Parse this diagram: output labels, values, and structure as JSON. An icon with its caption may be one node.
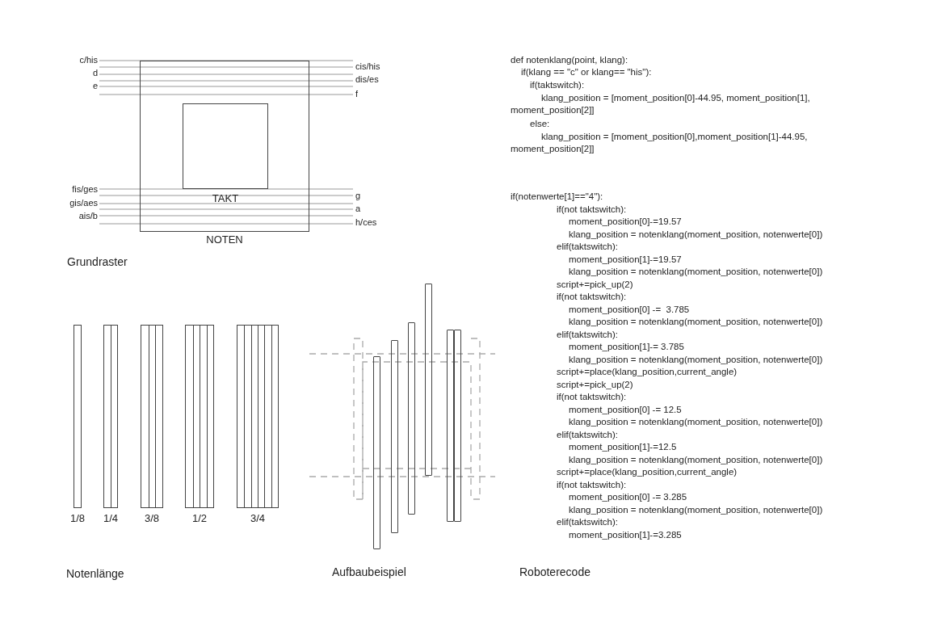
{
  "diagram": {
    "nodes": [
      {
        "text": [
          "NOTEN"
        ]
      },
      {
        "text": [
          "TAKT"
        ],
        "in": 0
      },
      {
        "text": [
          "1/8"
        ]
      },
      {
        "text": [
          "1/4"
        ]
      },
      {
        "text": [
          "3/8"
        ]
      },
      {
        "text": [
          "1/2"
        ]
      },
      {
        "text": [
          "3/4"
        ]
      },
      {
        "text": [],
        "shape": "bar"
      },
      {
        "text": [],
        "shape": "bar"
      },
      {
        "text": [],
        "shape": "bar"
      },
      {
        "text": [],
        "shape": "bar"
      },
      {
        "text": [],
        "shape": "bar"
      },
      {
        "text": [],
        "shape": "bar"
      }
    ],
    "edges": [],
    "labels": [
      "c/his",
      "cis/his",
      "d",
      "dis/es",
      "e",
      "f",
      "fis/ges",
      "g",
      "gis/aes",
      "a",
      "ais/b",
      "h/ces",
      "def notenklang(point, klang):",
      "if(klang == \"c\" or klang== \"his\"):",
      "if(taktswitch):",
      "klang_position = [moment_position[0]-44.95, moment_position[1], moment_position[2]]",
      "else:",
      "klang_position = [moment_position[0],moment_position[1]-44.95, moment_position[2]]",
      "if(notenwerte[1]==\"4\"):",
      "if(not taktswitch):",
      "moment_position[0]-=19.57",
      "klang_position = notenklang(moment_position, notenwerte[0])",
      "elif(taktswitch):",
      "moment_position[1]-=19.57",
      "klang_position = notenklang(moment_position, notenwerte[0])",
      "script+=pick_up(2)",
      "if(not taktswitch):",
      "moment_position[0] -=  3.785",
      "klang_position = notenklang(moment_position, notenwerte[0])",
      "elif(taktswitch):",
      "moment_position[1]-= 3.785",
      "klang_position = notenklang(moment_position, notenwerte[0])",
      "script+=place(klang_position,current_angle)",
      "script+=pick_up(2)",
      "if(not taktswitch):",
      "moment_position[0] -= 12.5",
      "klang_position = notenklang(moment_position, notenwerte[0])",
      "elif(taktswitch):",
      "moment_position[1]-=12.5",
      "klang_position = notenklang(moment_position, notenwerte[0])",
      "script+=place(klang_position,current_angle)",
      "if(not taktswitch):",
      "moment_position[0] -= 3.285",
      "klang_position = notenklang(moment_position, notenwerte[0])",
      "elif(taktswitch):",
      "moment_position[1]-=3.285",
      "Grundraster",
      "Notenlänge",
      "Aufbaubeispiel",
      "Roboterecode"
    ]
  }
}
